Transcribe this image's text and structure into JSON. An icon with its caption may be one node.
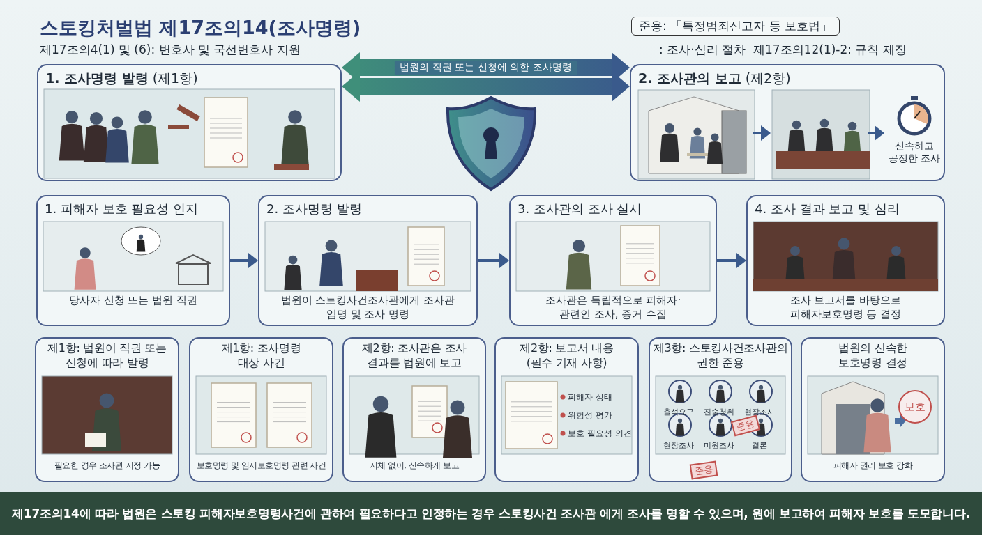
{
  "diagram": {
    "title": "스토킹처벌법 제17조의14(조사명령)",
    "caption": "제17조의14에 따라 법원은 스토킹 피해자보호명령사건에 관하여 필요하다고 인정하는 경우 스토킹사건 조사관 에게 조사를 명할 수 있으며, 원에 보고하여 피해자 보호를 도모합니다.",
    "nodes": [
      {
        "text": [
          "**1. 조사명령 발령** (제1항)"
        ]
      },
      {
        "text": [
          "**2. 조사관의 보고** (제2항)"
        ]
      },
      {
        "text": [],
        "shape": "picture",
        "in": 1
      },
      {
        "text": [],
        "shape": "picture",
        "in": 1
      },
      {
        "text": [
          "신속하고 공정한 조사"
        ],
        "in": 1
      },
      {
        "text": [
          "1. 피해자 보호 필요성 인지",
          "당사자 신청 또는 법원 직권"
        ]
      },
      {
        "text": [
          "2. 조사명령 발령",
          "법원이 스토킹사건조사관에게 조사관 임명 및 조사 명령"
        ]
      },
      {
        "text": [
          "3. 조사관의 조사 실시",
          "조사관은 독립적으로 피해자·관련인 조사, 증거 수집"
        ]
      },
      {
        "text": [
          "4. 조사 결과 보고 및 심리",
          "조사 보고서를 바탕으로 피해자보호명령 등 결정"
        ]
      },
      {
        "text": [
          "제1항: 법원이 직권 또는 신청에 따라 발령",
          "필요한 경우 조사관 지정 가능"
        ]
      },
      {
        "text": [
          "제1항: 조사명령 대상 사건",
          "보호명령 및 임시보호명령 관련 사건"
        ]
      },
      {
        "text": [
          "제2항: 조사관은 조사 결과를 법원에 보고",
          "지체 없이, 신속하게 보고"
        ]
      },
      {
        "text": [
          "제2항: 보고서 내용 (필수 기재 사항)"
        ]
      },
      {
        "text": [
          "제3항: 스토킹사건조사관의 권한 준용"
        ]
      },
      {
        "text": [
          "법원의 신속한 보호명령 결정",
          "피해자 권리 보호 강화"
        ]
      }
    ],
    "edges": [
      {
        "from": 0,
        "to": 1,
        "arrow": "both",
        "style": "thick",
        "label": "법원의 직권 또는 신청에 의한 조사명령"
      },
      {
        "from": 0,
        "to": 1,
        "arrow": "both",
        "style": "thick"
      },
      {
        "from": 2,
        "to": 3,
        "arrow": "to"
      },
      {
        "from": 3,
        "to": 4,
        "arrow": "to"
      },
      {
        "from": 5,
        "to": 6,
        "arrow": "to"
      },
      {
        "from": 6,
        "to": 7,
        "arrow": "to"
      },
      {
        "from": 7,
        "to": 8,
        "arrow": "to"
      }
    ],
    "labels": [
      "제17조의4(1) 및 (6): 변호사 및 국선변호사 지원",
      "준용: 「특정범죄신고자 등 보호법」",
      ": 조사·심리 절차",
      "제17조의12(1)-2: 규칙 제징",
      "피해자 상태",
      "위험성 평가",
      "보호 필요성 의견",
      "출석요구",
      "진술청취",
      "현장조사",
      "현장조사",
      "미원조사",
      "결론",
      "준용",
      "준용",
      "보호"
    ]
  }
}
